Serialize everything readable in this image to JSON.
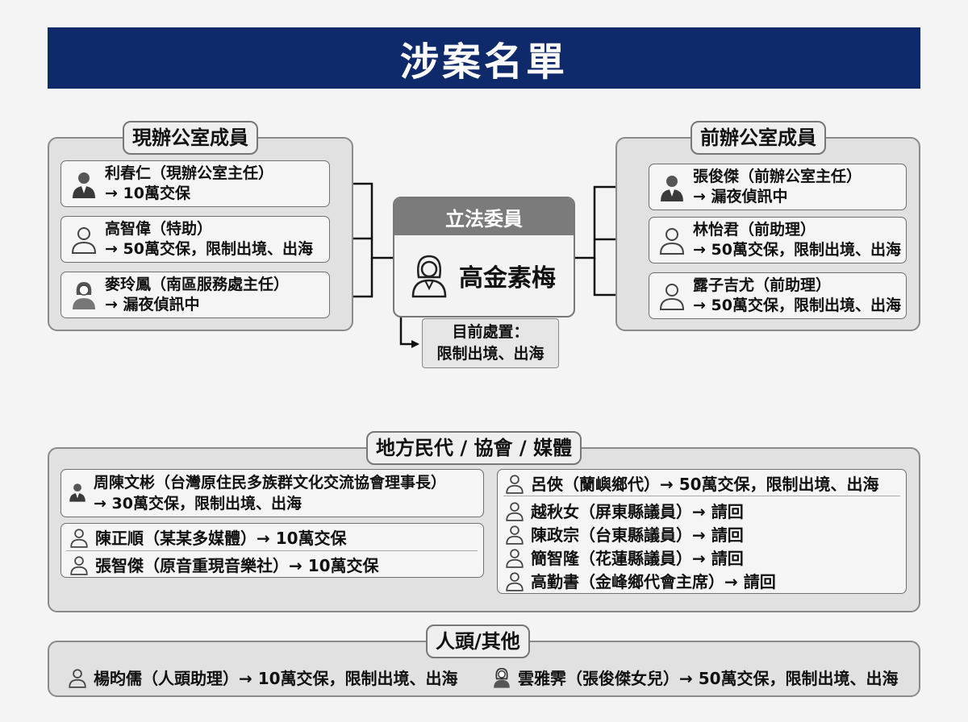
{
  "title": "涉案名單",
  "left_group": {
    "title": "現辦公室成員",
    "members": [
      {
        "name": "利春仁（現辦公室主任）",
        "status": "→ 10萬交保",
        "icon": "man-suit-icon"
      },
      {
        "name": "高智偉（特助）",
        "status": "→ 50萬交保，限制出境、出海",
        "icon": "person-outline-icon"
      },
      {
        "name": "麥玲鳳（南區服務處主任）",
        "status": "→ 漏夜偵訊中",
        "icon": "woman-icon"
      }
    ]
  },
  "right_group": {
    "title": "前辦公室成員",
    "members": [
      {
        "name": "張俊傑（前辦公室主任）",
        "status": "→ 漏夜偵訊中",
        "icon": "man-suit-icon"
      },
      {
        "name": "林怡君（前助理）",
        "status": "→ 50萬交保，限制出境、出海",
        "icon": "person-outline-icon"
      },
      {
        "name": "露子吉尤（前助理）",
        "status": "→ 50萬交保，限制出境、出海",
        "icon": "person-outline-icon"
      }
    ]
  },
  "center": {
    "header": "立法委員",
    "name": "高金素梅",
    "icon": "woman-legislator-icon",
    "status_label": "目前處置：",
    "status_value": "限制出境、出海"
  },
  "local_group": {
    "title": "地方民代 / 協會 / 媒體",
    "left_entries": [
      {
        "name": "周陳文彬（台灣原住民多族群文化交流協會理事長）",
        "status": "→ 30萬交保，限制出境、出海"
      },
      {
        "text": "陳正順（某某多媒體）→ 10萬交保"
      },
      {
        "text": "張智傑（原音重現音樂社）→ 10萬交保"
      }
    ],
    "right_entries": [
      {
        "text": "呂俠（蘭嶼鄉代）→ 50萬交保，限制出境、出海"
      },
      {
        "text": "越秋女（屏東縣議員）→ 請回"
      },
      {
        "text": "陳政宗（台東縣議員）→ 請回"
      },
      {
        "text": "簡智隆（花蓮縣議員）→ 請回"
      },
      {
        "text": "高勤書（金峰鄉代會主席）→ 請回"
      }
    ]
  },
  "others_group": {
    "title": "人頭/其他",
    "entries": [
      {
        "text": "楊昀儒（人頭助理）→ 10萬交保，限制出境、出海"
      },
      {
        "text": "雲雅霁（張俊傑女兒）→ 50萬交保，限制出境、出海"
      }
    ]
  },
  "colors": {
    "banner": "#0e2a6b",
    "center_header": "#7b7b7b",
    "group_bg": "#e1e1e1"
  }
}
